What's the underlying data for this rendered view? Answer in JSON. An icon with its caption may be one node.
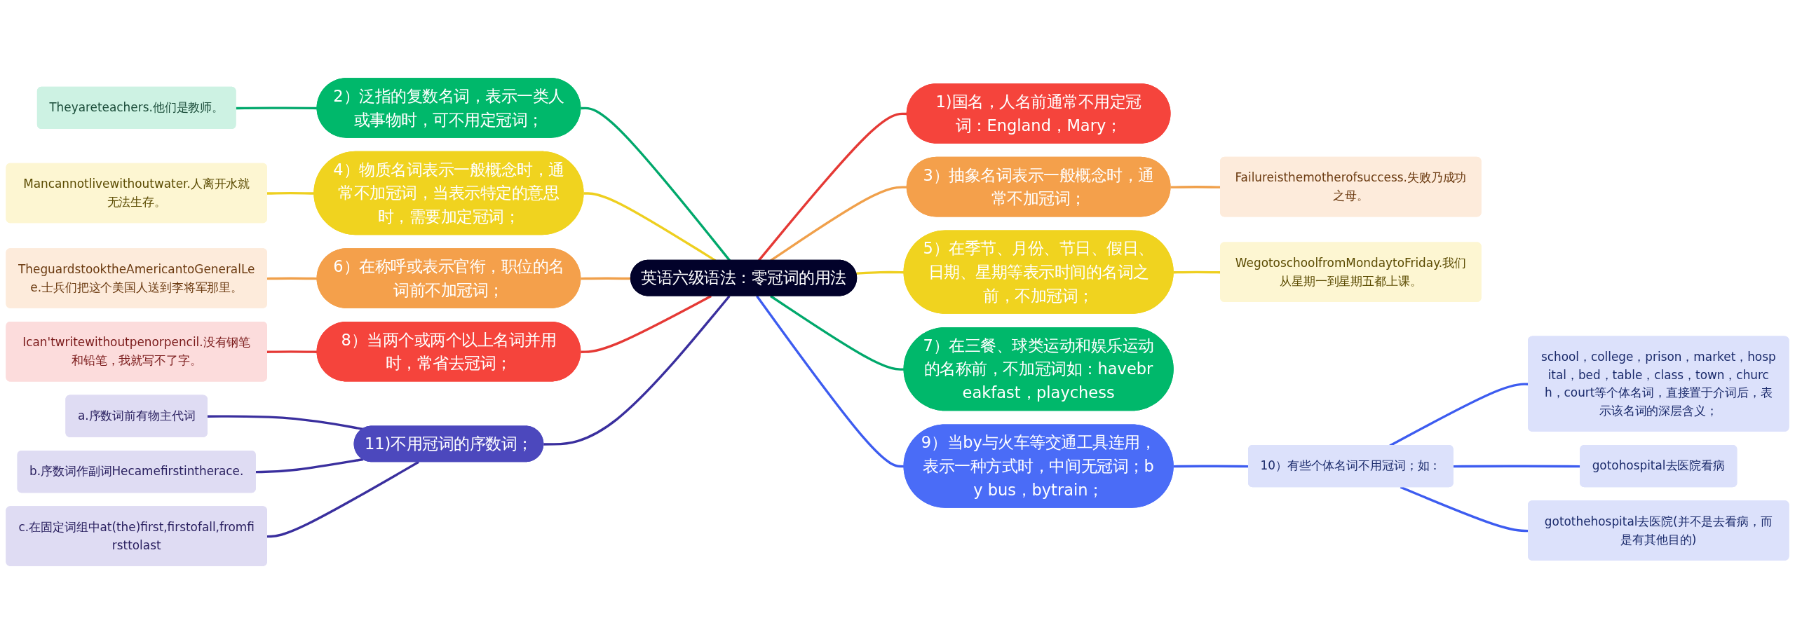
{
  "diagram": {
    "nodes": [
      {
        "text": [
          "英语六级语法：零冠词的用法"
        ]
      },
      {
        "text": [
          "1)国名，人名前通常不用定冠词：England，Mary；"
        ]
      },
      {
        "text": [
          "2）泛指的复数名词，表示一类人或事物时，可不用定冠词；"
        ]
      },
      {
        "text": [
          "Theyareteachers.他们是教师。"
        ]
      },
      {
        "text": [
          "3）抽象名词表示一般概念时，通常不加冠词；"
        ]
      },
      {
        "text": [
          "Failureisthemotherofsuccess.失败乃成功之母。"
        ]
      },
      {
        "text": [
          "4）物质名词表示一般概念时，通常不加冠词，当表示特定的意思时，需要加定冠词；"
        ]
      },
      {
        "text": [
          "Mancannotlivewithoutwater.人离开水就无法生存。"
        ]
      },
      {
        "text": [
          "5）在季节、月份、节日、假日、日期、星期等表示时间的名词之前，不加冠词；"
        ]
      },
      {
        "text": [
          "WegotoschoolfromMondaytoFriday.我们从星期一到星期五都上课。"
        ]
      },
      {
        "text": [
          "6）在称呼或表示官衔，职位的名词前不加冠词；"
        ]
      },
      {
        "text": [
          "TheguardstooktheAmericantoGeneralLee.士兵们把这个美国人送到李将军那里。"
        ]
      },
      {
        "text": [
          "7）在三餐、球类运动和娱乐运动的名称前，不加冠词如：havebreakfast，playchess"
        ]
      },
      {
        "text": [
          "8）当两个或两个以上名词并用时，常省去冠词；"
        ]
      },
      {
        "text": [
          "Ican'twritewithoutpenorpencil.没有钢笔和铅笔，我就写不了字。"
        ]
      },
      {
        "text": [
          "9）当by与火车等交通工具连用，表示一种方式时，中间无冠词；by bus，bytrain；"
        ]
      },
      {
        "text": [
          "10）有些个体名词不用冠词；如："
        ]
      },
      {
        "text": [
          "school，college，prison，market，hospital，bed，table，class，town，church，court等个体名词，直接置于介词后，表示该名词的深层含义；"
        ]
      },
      {
        "text": [
          "gotohospital去医院看病"
        ]
      },
      {
        "text": [
          "gotothehospital去医院(并不是去看病，而是有其他目的)"
        ]
      },
      {
        "text": [
          "11)不用冠词的序数词；"
        ]
      },
      {
        "text": [
          "a.序数词前有物主代词"
        ]
      },
      {
        "text": [
          "b.序数词作副词Hecamefirstintherace."
        ]
      },
      {
        "text": [
          "c.在固定词组中at(the)first,firstofall,fromfirsttolast"
        ]
      }
    ],
    "edges": [
      {
        "from": 0,
        "to": 1,
        "arrow": "none",
        "color": "#e53935"
      },
      {
        "from": 0,
        "to": 2,
        "arrow": "none",
        "color": "#00a86b"
      },
      {
        "from": 2,
        "to": 3,
        "arrow": "none",
        "color": "#00a86b"
      },
      {
        "from": 0,
        "to": 4,
        "arrow": "none",
        "color": "#f0a04b"
      },
      {
        "from": 4,
        "to": 5,
        "arrow": "none",
        "color": "#f0a04b"
      },
      {
        "from": 0,
        "to": 6,
        "arrow": "none",
        "color": "#eecf1f"
      },
      {
        "from": 6,
        "to": 7,
        "arrow": "none",
        "color": "#eecf1f"
      },
      {
        "from": 0,
        "to": 8,
        "arrow": "none",
        "color": "#eecf1f"
      },
      {
        "from": 8,
        "to": 9,
        "arrow": "none",
        "color": "#eecf1f"
      },
      {
        "from": 0,
        "to": 10,
        "arrow": "none",
        "color": "#f0a04b"
      },
      {
        "from": 10,
        "to": 11,
        "arrow": "none",
        "color": "#f0a04b"
      },
      {
        "from": 0,
        "to": 12,
        "arrow": "none",
        "color": "#00a86b"
      },
      {
        "from": 0,
        "to": 13,
        "arrow": "none",
        "color": "#e53935"
      },
      {
        "from": 13,
        "to": 14,
        "arrow": "none",
        "color": "#e53935"
      },
      {
        "from": 0,
        "to": 15,
        "arrow": "none",
        "color": "#3d5cf0"
      },
      {
        "from": 15,
        "to": 16,
        "arrow": "none",
        "color": "#3d5cf0"
      },
      {
        "from": 16,
        "to": 17,
        "arrow": "none",
        "color": "#3d5cf0"
      },
      {
        "from": 16,
        "to": 18,
        "arrow": "none",
        "color": "#3d5cf0"
      },
      {
        "from": 16,
        "to": 19,
        "arrow": "none",
        "color": "#3d5cf0"
      },
      {
        "from": 0,
        "to": 20,
        "arrow": "none",
        "color": "#3a2f9e"
      },
      {
        "from": 20,
        "to": 21,
        "arrow": "none",
        "color": "#3a2f9e"
      },
      {
        "from": 20,
        "to": 22,
        "arrow": "none",
        "color": "#3a2f9e"
      },
      {
        "from": 20,
        "to": 23,
        "arrow": "none",
        "color": "#3a2f9e"
      }
    ]
  }
}
